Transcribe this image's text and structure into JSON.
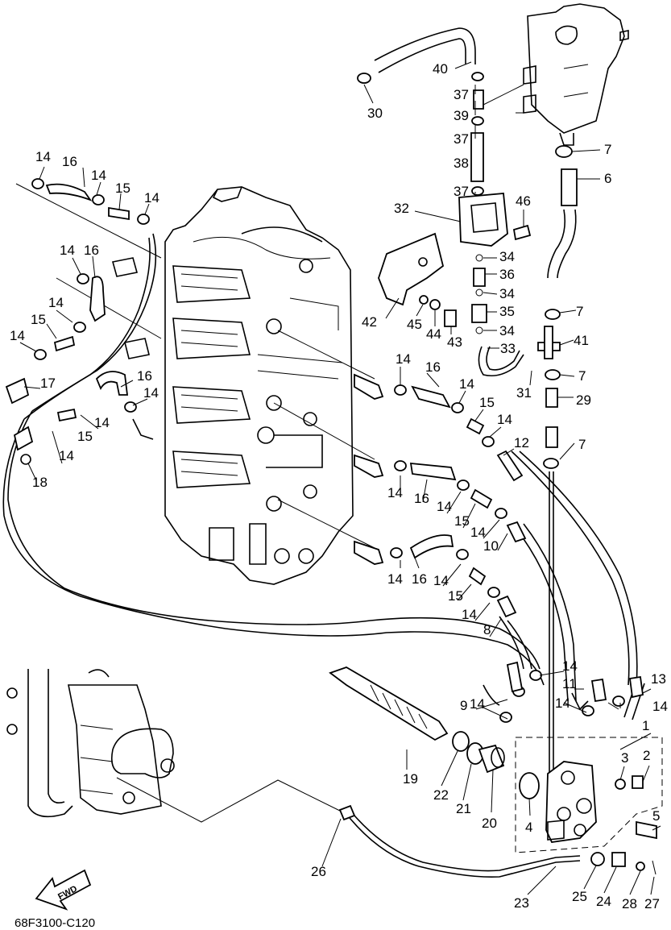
{
  "diagram_code": "68F3100-C120",
  "direction_label": "FWD",
  "callouts": [
    "1",
    "2",
    "3",
    "4",
    "5",
    "6",
    "7",
    "8",
    "9",
    "10",
    "11",
    "12",
    "13",
    "14",
    "15",
    "16",
    "17",
    "18",
    "19",
    "20",
    "21",
    "22",
    "23",
    "24",
    "25",
    "26",
    "27",
    "28",
    "29",
    "30",
    "31",
    "32",
    "33",
    "34",
    "35",
    "36",
    "37",
    "38",
    "39",
    "40",
    "41",
    "42",
    "43",
    "44",
    "45",
    "46"
  ]
}
